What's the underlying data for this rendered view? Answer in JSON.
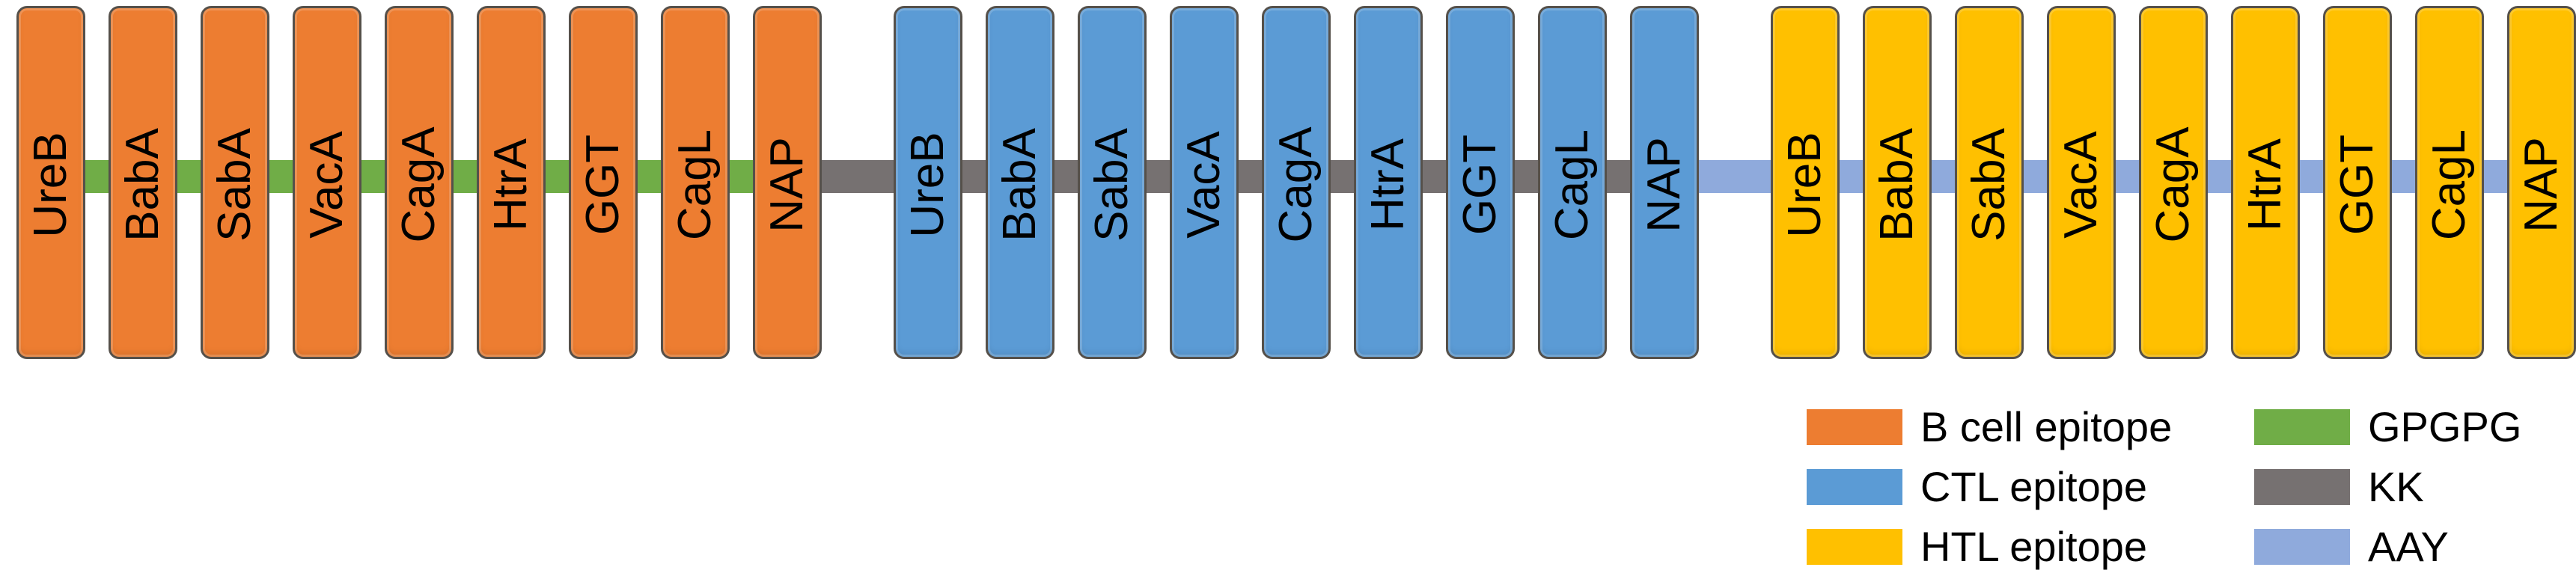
{
  "colors": {
    "b_cell": "#ED7D31",
    "ctl": "#5B9BD5",
    "htl": "#FFC000",
    "gpgpg": "#70AD47",
    "kk": "#767171",
    "aay": "#8FAADC"
  },
  "groups": [
    {
      "type": "B cell epitope",
      "color_key": "b_cell",
      "linker_color_key": "gpgpg",
      "blocks": [
        "UreB",
        "BabA",
        "SabA",
        "VacA",
        "CagA",
        "HtrA",
        "GGT",
        "CagL",
        "NAP"
      ]
    },
    {
      "type": "CTL epitope",
      "color_key": "ctl",
      "linker_color_key": "kk",
      "blocks": [
        "UreB",
        "BabA",
        "SabA",
        "VacA",
        "CagA",
        "HtrA",
        "GGT",
        "CagL",
        "NAP"
      ]
    },
    {
      "type": "HTL epitope",
      "color_key": "htl",
      "linker_color_key": "aay",
      "blocks": [
        "UreB",
        "BabA",
        "SabA",
        "VacA",
        "CagA",
        "HtrA",
        "GGT",
        "CagL",
        "NAP"
      ]
    }
  ],
  "legend": {
    "items": [
      {
        "label": "B cell epitope",
        "color_key": "b_cell"
      },
      {
        "label": "CTL epitope",
        "color_key": "ctl"
      },
      {
        "label": "HTL epitope",
        "color_key": "htl"
      },
      {
        "label": "GPGPG",
        "color_key": "gpgpg"
      },
      {
        "label": "KK",
        "color_key": "kk"
      },
      {
        "label": "AAY",
        "color_key": "aay"
      }
    ]
  }
}
